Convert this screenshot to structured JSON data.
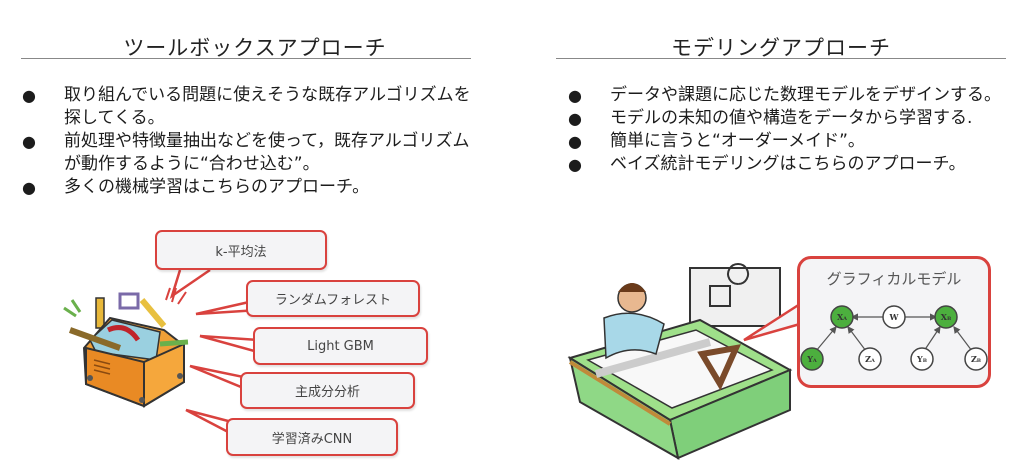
{
  "left": {
    "title": "ツールボックスアプローチ",
    "bullets": [
      "取り組んでいる問題に使えそうな既存アルゴリズムを探してくる。",
      "前処理や特徴量抽出などを使って，既存アルゴリズムが動作するように“合わせ込む”。",
      "多くの機械学習はこちらのアプローチ。"
    ],
    "illustration": "toolbox-icon",
    "callouts": [
      "k-平均法",
      "ランダムフォレスト",
      "Light GBM",
      "主成分分析",
      "学習済みCNN"
    ]
  },
  "right": {
    "title": "モデリングアプローチ",
    "bullets": [
      "データや課題に応じた数理モデルをデザインする。",
      "モデルの未知の値や構造をデータから学習する.",
      "簡単に言うと“オーダーメイド”。",
      "ベイズ統計モデリングはこちらのアプローチ。"
    ],
    "illustration": "designer-at-drafting-table-icon",
    "graphical_model": {
      "title": "グラフィカルモデル",
      "nodes": [
        "X_A",
        "W",
        "X_B",
        "Y_A",
        "Z_A",
        "Y_B",
        "Z_B"
      ],
      "observed_color": "#4caf3e"
    }
  },
  "colors": {
    "callout_border": "#d9423e",
    "rule": "#888888"
  }
}
